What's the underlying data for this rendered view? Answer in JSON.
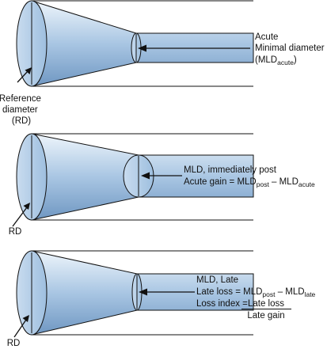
{
  "colors": {
    "vessel_light": "#eef5fb",
    "vessel_mid": "#a9c6e3",
    "vessel_dark": "#6f97c2",
    "outline": "#111111"
  },
  "panel_top": {
    "left_label": [
      "Reference",
      "diameter",
      "(RD)"
    ],
    "right_line1": "Acute",
    "right_line2": "Minimal diameter",
    "right_line3_main": "(MLD",
    "right_line3_sub": "acute",
    "right_line3_close": ")"
  },
  "panel_mid": {
    "left_label": "RD",
    "line1": "MLD, immediately post",
    "line2_prefix": "Acute gain = MLD",
    "line2_sub1": "post",
    "line2_mid": " – MLD",
    "line2_sub2": "acute"
  },
  "panel_bot": {
    "left_label": "RD",
    "line1": "MLD, Late",
    "line2_prefix": "Late loss = MLD",
    "line2_sub1": "post",
    "line2_mid": " – MLD",
    "line2_sub2": "late",
    "line3_prefix": "Loss index = ",
    "line3_numerator": "Late loss",
    "line3_denominator": "Late gain"
  }
}
